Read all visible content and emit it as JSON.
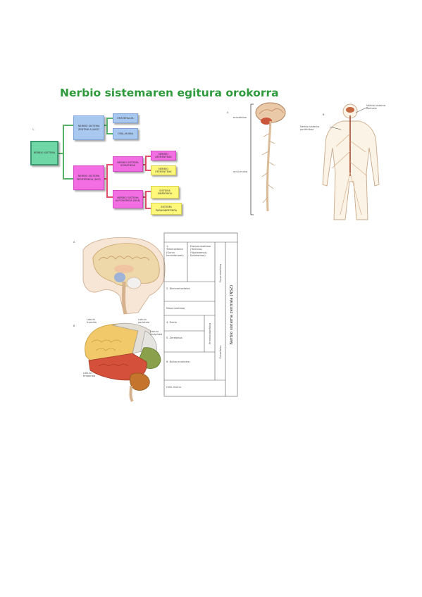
{
  "title": "Nerbio sistemaren egitura orokorra",
  "diagram": {
    "label_c": "C",
    "root": "NERBIO SISTEMA",
    "nsz": "NERBIO SISTEMA ZENTRALA (NSZ)",
    "entzefaloa": "ENTZEFALOA",
    "omilia": "OMIL-MUINA",
    "nsp": "NERBIO SISTEMA PERIFERIKOA (NSP)",
    "somatikoa": "NERBIO SISTEMA SOMATIKOA",
    "aferenteak": "NERBIO AFERENTEAK",
    "eferenteak": "NERBIO EFERENTEAK",
    "autonomoa": "NERBIO SISTEMA AUTONOMOA (NSA)",
    "sinpatikoa": "SISTEMA SINPATIKOA",
    "parasinpatikoa": "SISTEMA PARASINPATIKOA"
  },
  "anatomy_top": {
    "label_a": "A",
    "label_b": "B",
    "entzefaloa": "entzefaloa",
    "omilia": "omil-muina",
    "nsz_label": "Nerbio sistema zentrala",
    "nsp_label": "Nerbio sistema periferikoa"
  },
  "brain": {
    "label_a": "A",
    "label_b": "B",
    "lobulu_frontala": "Lobulu frontala",
    "lobulu_parietala": "Lobulu parietala",
    "lobulu_okzipitala": "Lobulu okzipitala",
    "lobulu_tenporala": "Lobulu tenporala"
  },
  "table": {
    "vertical": "Nerbio sistema zentrala (NSZ)",
    "prosentzefaloa": "Prosentzefaloa",
    "entzefaloa": "Entzefaloa",
    "erronbentzefaloa": "Erronbentzefaloa",
    "row1_a": "1. Telentzefaloa (Garun hemisferioak)",
    "row1_b": "Diensentzefaloa (Talamoa, Hipotalamoa, Epitalamoa)",
    "row2": "2. Diensentzefaloa",
    "row3": "Mesentzefaloa",
    "row4": "4. Zubia",
    "row5": "5. Zerebeloa",
    "row6": "6. Bulbo errakidea",
    "row7": "Omil-muina"
  }
}
